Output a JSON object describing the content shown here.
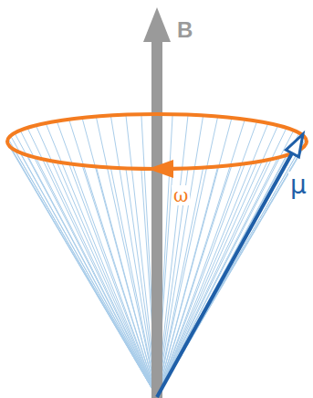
{
  "diagram": {
    "labels": [
      "B",
      "ω",
      "μ"
    ]
  }
}
